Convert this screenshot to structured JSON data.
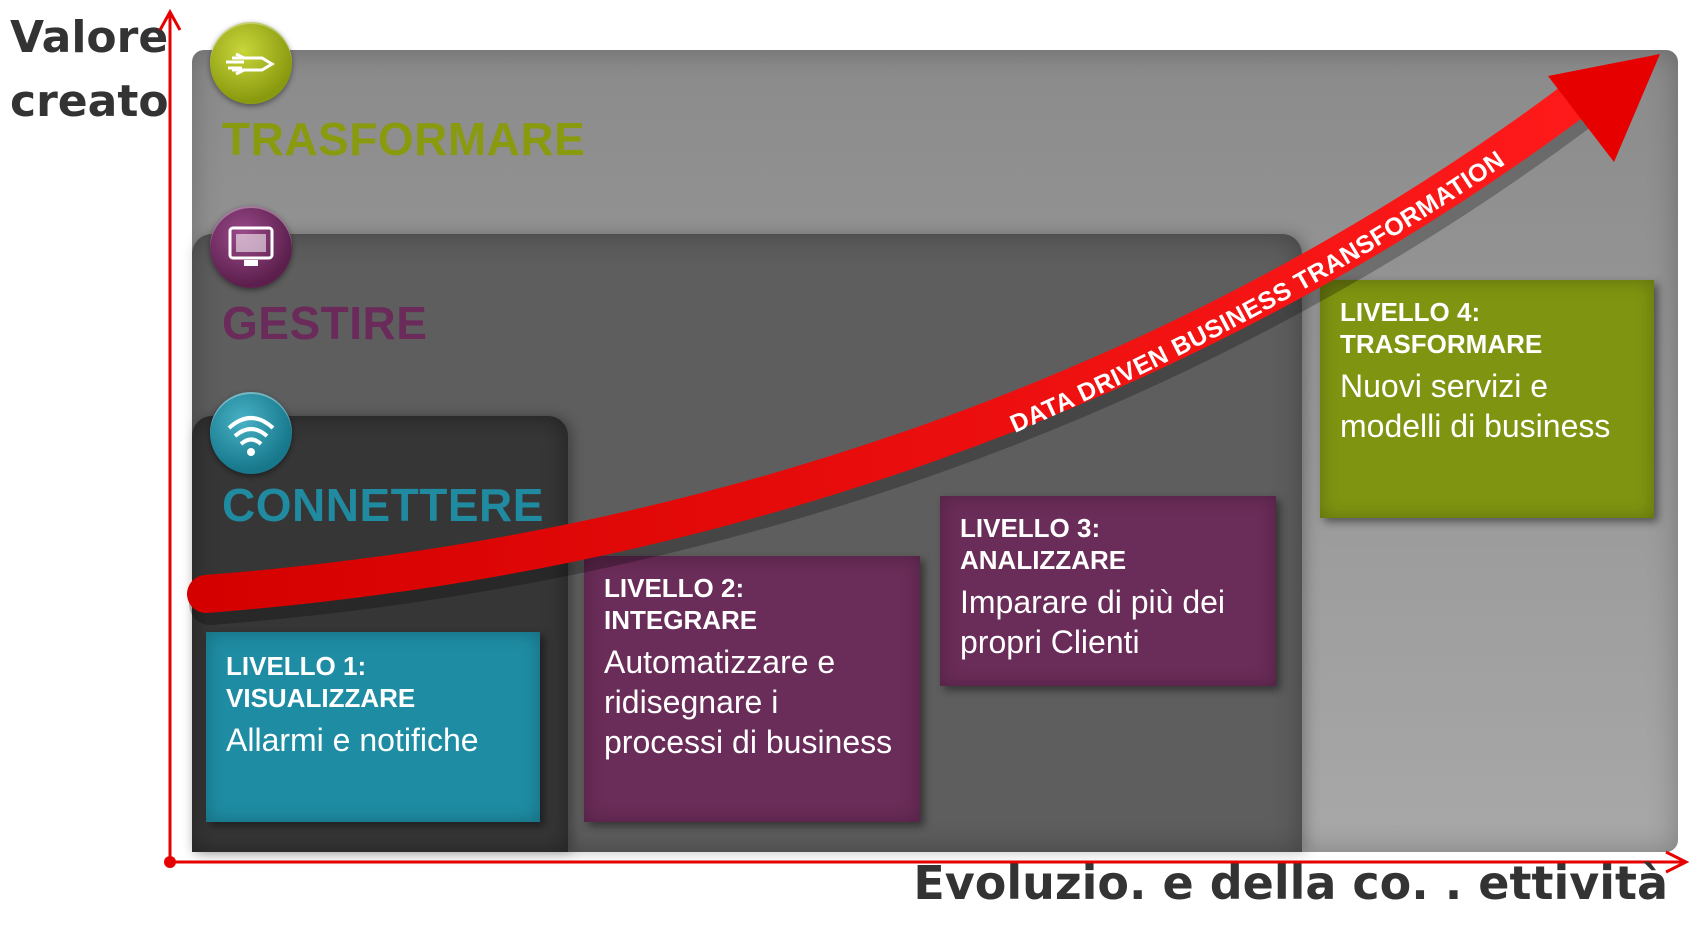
{
  "axes": {
    "y_label_line1": "Valore",
    "y_label_line2": "creato",
    "x_label": "Evoluzio. e della co. . ettività",
    "axis_color": "#e60000"
  },
  "stages": [
    {
      "label": "TRASFORMARE",
      "color": "#8a9a0f",
      "icon": "signal-dart-icon"
    },
    {
      "label": "GESTIRE",
      "color": "#6a2a5a",
      "icon": "monitor-icon"
    },
    {
      "label": "CONNETTERE",
      "color": "#1f8aa0",
      "icon": "wifi-icon"
    }
  ],
  "arrow": {
    "label": "DATA DRIVEN BUSINESS TRANSFORMATION",
    "color": "#e60000"
  },
  "levels": [
    {
      "title": "LIVELLO 1:",
      "subtitle": "VISUALIZZARE",
      "description": "Allarmi e notifiche",
      "color": "#1e8ca3"
    },
    {
      "title": "LIVELLO 2:",
      "subtitle": "INTEGRARE",
      "description": "Automatizzare e ridisegnare i processi di business",
      "color": "#6a2c58"
    },
    {
      "title": "LIVELLO 3:",
      "subtitle": "ANALIZZARE",
      "description": "Imparare di più dei propri Clienti",
      "color": "#6a2c58"
    },
    {
      "title": "LIVELLO 4:",
      "subtitle": "TRASFORMARE",
      "description": "Nuovi servizi e modelli di business",
      "color": "#7f9411"
    }
  ]
}
